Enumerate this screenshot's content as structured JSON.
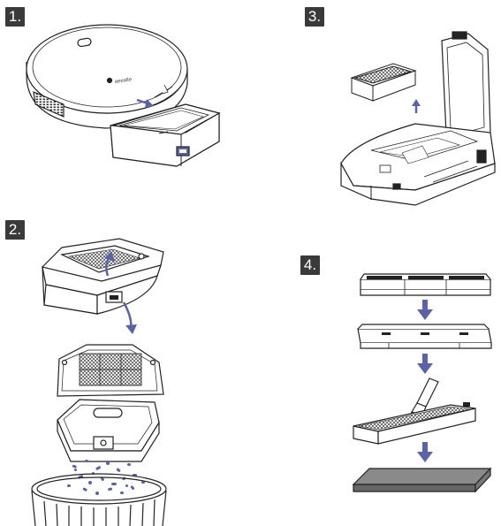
{
  "steps": [
    {
      "label": "1."
    },
    {
      "label": "2."
    },
    {
      "label": "3."
    },
    {
      "label": "4."
    }
  ],
  "colors": {
    "ink": "#222222",
    "arrow": "#5b63a6",
    "badge": "#3a3a3a",
    "dust": "#5b63a6",
    "pad": "#888888"
  },
  "icons": [
    "robot-vacuum",
    "dustbin",
    "hepa-filter",
    "cleaning-brush",
    "trash-bin",
    "arrow-down",
    "arrow-up",
    "rotate-arrow"
  ]
}
